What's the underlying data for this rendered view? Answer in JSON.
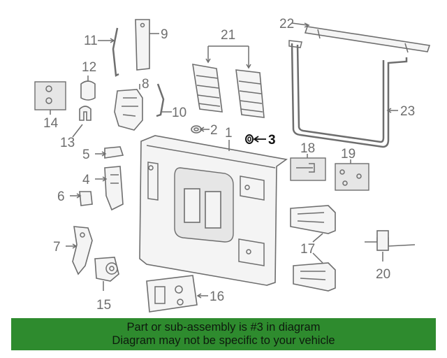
{
  "callouts": {
    "c1": "1",
    "c2": "2",
    "c3": "3",
    "c4": "4",
    "c5": "5",
    "c6": "6",
    "c7": "7",
    "c8": "8",
    "c9": "9",
    "c10": "10",
    "c11": "11",
    "c12": "12",
    "c13": "13",
    "c14": "14",
    "c15": "15",
    "c16": "16",
    "c17": "17",
    "c18": "18",
    "c19": "19",
    "c20": "20",
    "c21": "21",
    "c22": "22",
    "c23": "23"
  },
  "banner": {
    "line1": "Part or sub-assembly is #3 in diagram",
    "line2": "Diagram may not be specific to your vehicle"
  },
  "colors": {
    "banner_bg": "#2e8b2e",
    "line": "#6e6e6e",
    "highlight": "#111111"
  }
}
